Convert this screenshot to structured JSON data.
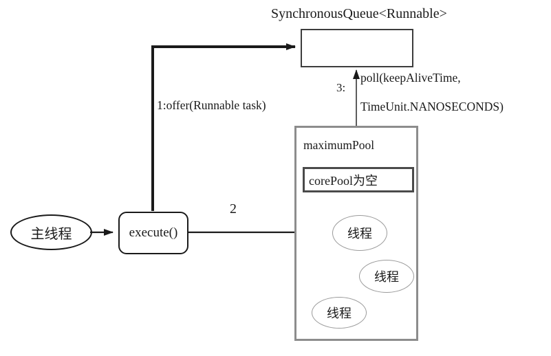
{
  "diagram": {
    "title": "SynchronousQueue<Runnable>",
    "labels": {
      "offer": "1:offer(Runnable task)",
      "step3": "3:",
      "poll_line1": "poll(keepAliveTime,",
      "poll_line2": "TimeUnit.NANOSECONDS)",
      "step2": "2"
    },
    "nodes": {
      "main_thread": "主线程",
      "execute": "execute()",
      "maximum_pool": "maximumPool",
      "core_pool": "corePool为空"
    },
    "threads": [
      "线程",
      "线程",
      "线程"
    ],
    "colors": {
      "line": "#1a1a1a",
      "queue_border": "#3c3c3c",
      "pool_border": "#8c8c8c",
      "corepool_border": "#4a4a4a",
      "thread_border": "#9a9a9a",
      "background": "#ffffff"
    }
  }
}
